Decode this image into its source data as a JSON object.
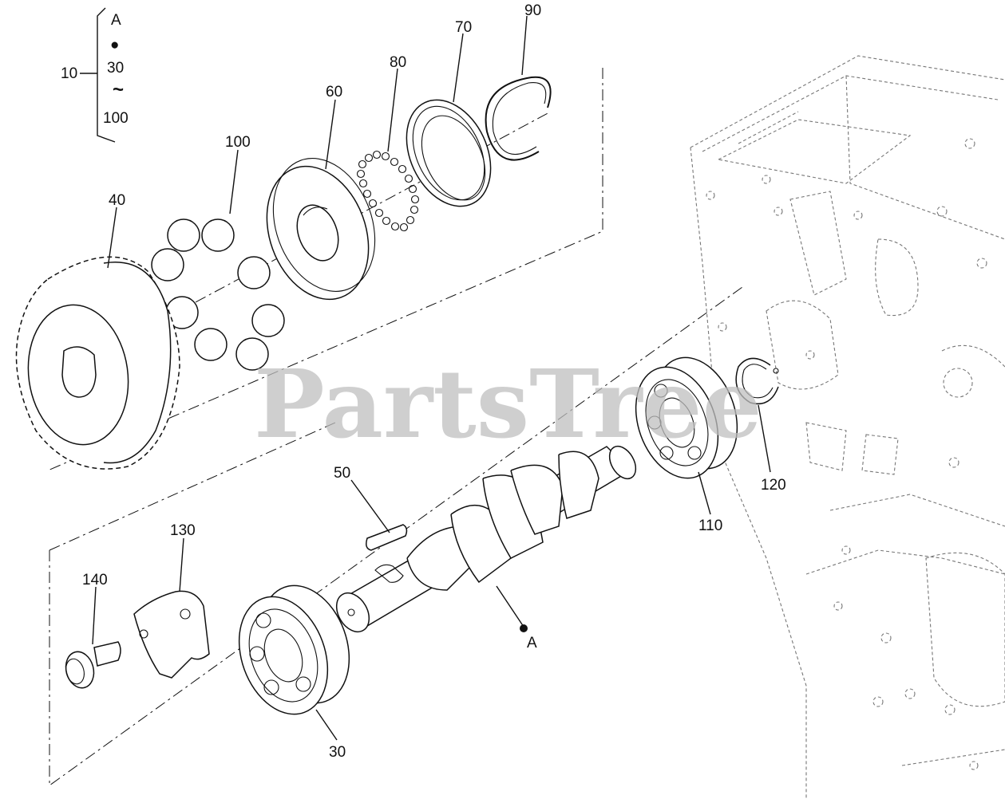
{
  "watermark": "PartsTree",
  "group_callout": {
    "label": "10",
    "items": [
      "A",
      "●",
      "30",
      "~",
      "100"
    ]
  },
  "callouts": [
    {
      "id": "c90",
      "label": "90"
    },
    {
      "id": "c70",
      "label": "70"
    },
    {
      "id": "c80",
      "label": "80"
    },
    {
      "id": "c60",
      "label": "60"
    },
    {
      "id": "c100",
      "label": "100"
    },
    {
      "id": "c40",
      "label": "40"
    },
    {
      "id": "c50",
      "label": "50"
    },
    {
      "id": "c130",
      "label": "130"
    },
    {
      "id": "c140",
      "label": "140"
    },
    {
      "id": "c30",
      "label": "30"
    },
    {
      "id": "c110",
      "label": "110"
    },
    {
      "id": "c120",
      "label": "120"
    },
    {
      "id": "cA",
      "label": "A"
    }
  ]
}
